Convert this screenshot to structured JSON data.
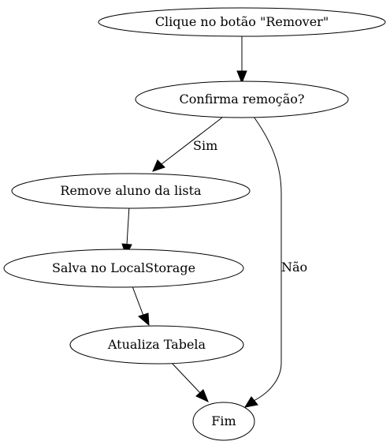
{
  "diagram": {
    "nodes": {
      "click_remove": "Clique no botão \"Remover\"",
      "confirm": "Confirma remoção?",
      "remove_student": "Remove aluno da lista",
      "save_storage": "Salva no LocalStorage",
      "update_table": "Atualiza Tabela",
      "end": "Fim"
    },
    "edges": {
      "yes_label": "Sim",
      "no_label": "Não"
    }
  }
}
